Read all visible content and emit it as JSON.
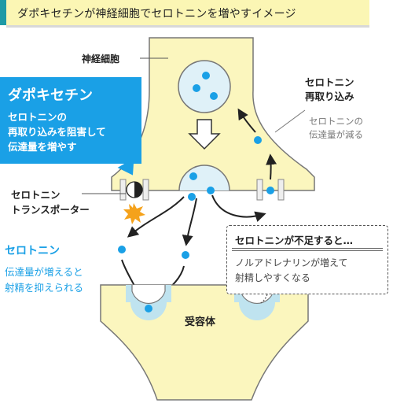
{
  "title": "ダポキセチンが神経細胞でセロトニンを増やすイメージ",
  "labels": {
    "neuron": "神経細胞",
    "reuptake": "セロトニン\n再取り込み",
    "reuptake_note": "セロトニンの\n伝達量が減る",
    "transporter": "セロトニン\nトランスポーター",
    "serotonin": "セロトニン",
    "serotonin_note": "伝達量が増えると\n射精を抑えられる",
    "receptor": "受容体"
  },
  "callout": {
    "title": "ダポキセチン",
    "body": "セロトニンの\n再取り込みを阻害して\n伝達量を増やす"
  },
  "shortage": {
    "title": "セロトニンが不足すると…",
    "body": "ノルアドレナリンが増えて\n射精しやすくなる"
  },
  "colors": {
    "accent_blue": "#1aa0e6",
    "neuron_fill": "#fbf6be",
    "vesicle_fill": "#dff1f8",
    "receptor_fill": "#bfe3ef",
    "title_bg": "#fbf6b4",
    "title_bar": "#1f9aa6"
  },
  "icons": [
    "arrow-down-icon",
    "burst-icon",
    "blocked-transporter-icon"
  ]
}
